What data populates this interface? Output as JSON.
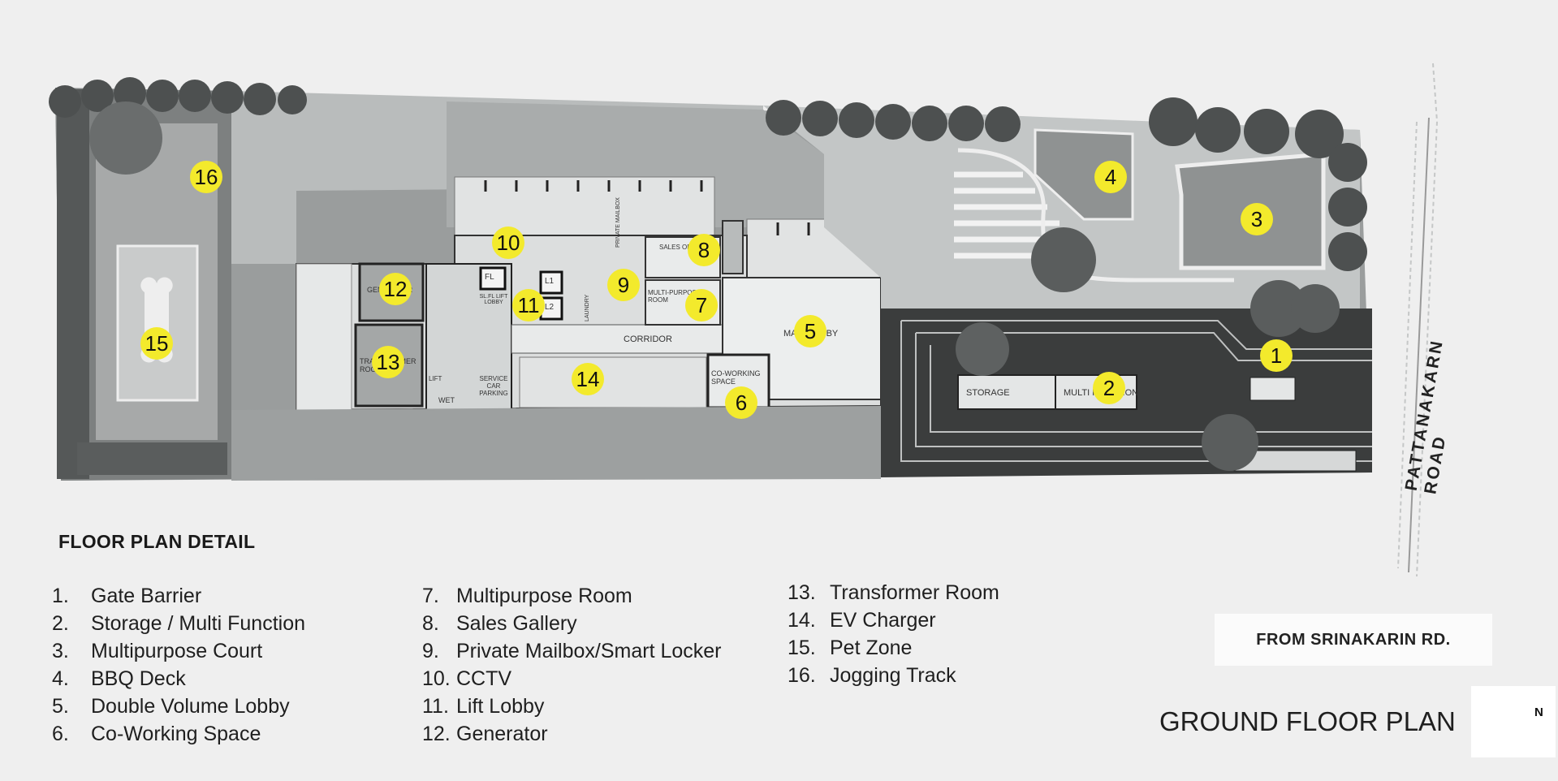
{
  "markers": [
    "1",
    "2",
    "3",
    "4",
    "5",
    "6",
    "7",
    "8",
    "9",
    "10",
    "11",
    "12",
    "13",
    "14",
    "15",
    "16"
  ],
  "rooms": {
    "storage": "STORAGE",
    "multi_function": "MULTI FUNCTION",
    "main_lobby": "MAIN LOBBY",
    "corridor": "CORRIDOR",
    "co_working": "CO-WORKING SPACE",
    "multipurpose_room": "MULTI-PURPOSE ROOM",
    "sales_office": "SALES OFFICE",
    "mailbox": "PRIVATE MAILBOX",
    "laundry": "LAUNDRY",
    "generator": "GENERATOR",
    "transformer": "TRANSFORMER ROOM",
    "service_parking": "SERVICE CAR PARKING",
    "fl": "FL",
    "sl_fl_lift_lobby": "SL.FL LIFT LOBBY",
    "l1": "L1",
    "l2": "L2",
    "lift": "LIFT",
    "wet": "WET"
  },
  "road_label": "PATTANAKARN ROAD",
  "legend": {
    "title": "FLOOR PLAN DETAIL",
    "col1": [
      {
        "num": "1.",
        "label": "Gate Barrier"
      },
      {
        "num": "2.",
        "label": "Storage / Multi Function"
      },
      {
        "num": "3.",
        "label": "Multipurpose Court"
      },
      {
        "num": "4.",
        "label": "BBQ Deck"
      },
      {
        "num": "5.",
        "label": "Double Volume Lobby"
      },
      {
        "num": "6.",
        "label": "Co-Working Space"
      }
    ],
    "col2": [
      {
        "num": "7.",
        "label": "Multipurpose Room"
      },
      {
        "num": "8.",
        "label": "Sales Gallery"
      },
      {
        "num": "9.",
        "label": "Private Mailbox/Smart Locker"
      },
      {
        "num": "10.",
        "label": "CCTV"
      },
      {
        "num": "11.",
        "label": "Lift Lobby"
      },
      {
        "num": "12.",
        "label": "Generator"
      }
    ],
    "col3": [
      {
        "num": "13.",
        "label": "Transformer Room"
      },
      {
        "num": "14.",
        "label": "EV Charger"
      },
      {
        "num": "15.",
        "label": "Pet Zone"
      },
      {
        "num": "16.",
        "label": "Jogging Track"
      }
    ]
  },
  "from_label": "FROM SRINAKARIN RD.",
  "plan_title": "GROUND FLOOR PLAN",
  "compass_label": "N",
  "colors": {
    "marker": "#f3ea2c",
    "landscape": "#8c8c8c",
    "building": "#d9dcdc",
    "road_dark": "#3b3b3b",
    "trees": "#4e4e4e",
    "background": "#efefef"
  }
}
